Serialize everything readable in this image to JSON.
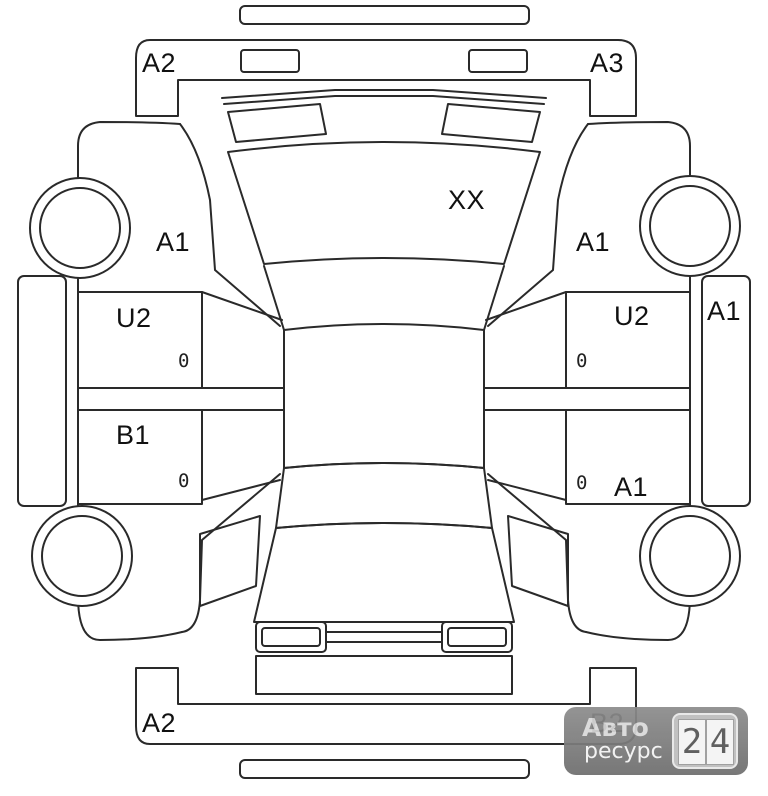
{
  "damage_codes": {
    "front_bumper_left": "A2",
    "front_bumper_right": "A3",
    "windshield": "XX",
    "left_front_fender": "A1",
    "right_front_fender": "A1",
    "right_rocker_panel": "A1",
    "left_front_door": "U2",
    "right_front_door": "U2",
    "left_rear_door": "B1",
    "right_rear_door": "A1",
    "rear_bumper_left": "A2",
    "rear_bumper_right": "B2"
  },
  "door_markers": {
    "left_front": "0",
    "left_rear": "0",
    "right_front": "0",
    "right_rear": "0"
  },
  "watermark": {
    "word1": "Авто",
    "word2": "ресурс",
    "digit1": "2",
    "digit2": "4"
  }
}
